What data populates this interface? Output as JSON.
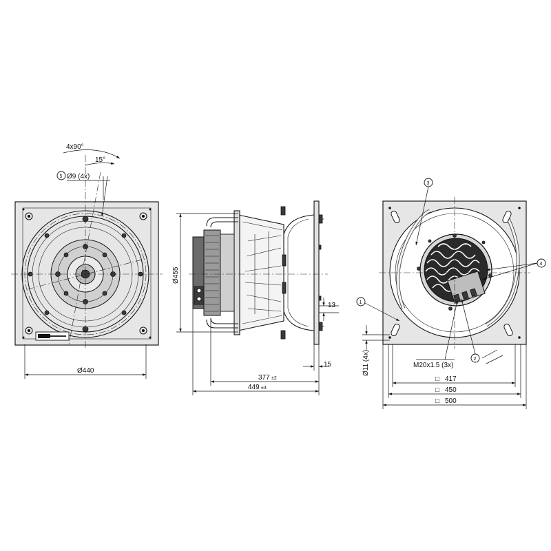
{
  "drawing": {
    "front_view": {
      "angle_pattern": "4x90°",
      "angle_offset": "15°",
      "bubble_5": "5",
      "hole_callout": "Ø9 (4x)",
      "diameter": "Ø440"
    },
    "side_view": {
      "diameter": "Ø455",
      "dim_13": "13",
      "dim_15": "15",
      "length_377": "377",
      "tol_377": "±2",
      "length_449": "449",
      "tol_449": "±3"
    },
    "rear_view": {
      "bubble_1": "1",
      "bubble_2": "2",
      "bubble_3": "3",
      "bubble_4": "4",
      "thread_callout": "M20x1.5 (3x)",
      "hole_callout": "Ø11 (4x)",
      "sq_symbol": "□",
      "sq_417": "417",
      "sq_450": "450",
      "sq_500": "500"
    }
  }
}
